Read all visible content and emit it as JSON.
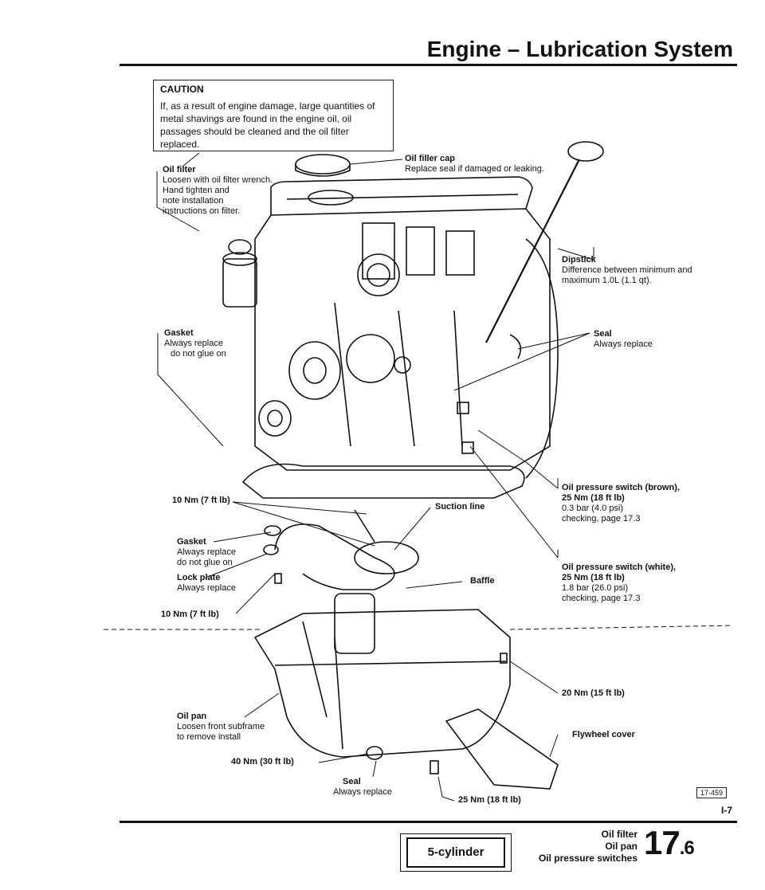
{
  "header": {
    "title": "Engine – Lubrication System"
  },
  "caution": {
    "heading": "CAUTION",
    "body": "If, as a result of engine damage, large quantities of metal shavings are found in the engine oil, oil passages should be cleaned and the oil filter replaced."
  },
  "callouts": {
    "oil_filter": {
      "name": "Oil filter",
      "lines": [
        "Loosen with oil filter wrench.",
        "Hand tighten and",
        "note installation",
        "instructions on filter."
      ]
    },
    "oil_filler_cap": {
      "name": "Oil filler cap",
      "lines": [
        "Replace seal if damaged or leaking."
      ]
    },
    "dipstick": {
      "name": "Dipstick",
      "lines": [
        "Difference between minimum and",
        "maximum 1.0L (1.1 qt)."
      ]
    },
    "gasket_top": {
      "name": "Gasket",
      "lines": [
        "Always replace",
        "do not glue on"
      ]
    },
    "seal_right": {
      "name": "Seal",
      "lines": [
        "Always replace"
      ]
    },
    "torque_10nm_a": "10 Nm (7 ft lb)",
    "suction_line": "Suction line",
    "oil_pressure_brown": {
      "name": "Oil pressure switch (brown),",
      "torque": "25 Nm (18 ft lb)",
      "lines": [
        "0.3 bar (4.0 psi)",
        "checking, page 17.3"
      ]
    },
    "gasket_mid": {
      "name": "Gasket",
      "lines": [
        "Always replace",
        "do not glue on"
      ]
    },
    "lock_plate": {
      "name": "Lock plate",
      "lines": [
        "Always replace"
      ]
    },
    "baffle": "Baffle",
    "oil_pressure_white": {
      "name": "Oil pressure switch (white),",
      "torque": "25 Nm (18 ft lb)",
      "lines": [
        "1.8 bar (26.0 psi)",
        "checking, page 17.3"
      ]
    },
    "torque_10nm_b": "10 Nm (7 ft lb)",
    "torque_20nm": "20 Nm (15 ft lb)",
    "oil_pan": {
      "name": "Oil pan",
      "lines": [
        "Loosen front subframe",
        "to remove install"
      ]
    },
    "flywheel_cover": "Flywheel cover",
    "torque_40nm": "40 Nm (30 ft lb)",
    "seal_bottom": {
      "name": "Seal",
      "lines": [
        "Always replace"
      ]
    },
    "torque_25nm": "25 Nm (18 ft lb)"
  },
  "figure_number": "17-459",
  "page_number": "I-7",
  "footer": {
    "tab_label": "5-cylinder",
    "subjects": [
      "Oil filter",
      "Oil pan",
      "Oil pressure switches"
    ],
    "section_major": "17",
    "section_minor": ".6"
  }
}
